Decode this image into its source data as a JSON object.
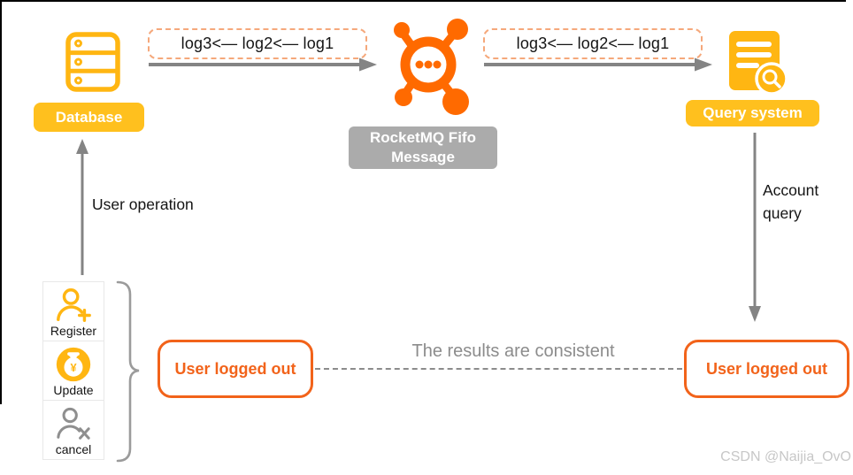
{
  "nodes": {
    "database": {
      "label": "Database"
    },
    "rocketmq": {
      "label_line1": "RocketMQ Fifo",
      "label_line2": "Message"
    },
    "query_system": {
      "label": "Query system"
    }
  },
  "flows": {
    "db_to_mq_label": "log3<— log2<— log1",
    "mq_to_query_label": "log3<— log2<— log1",
    "user_operation": "User operation",
    "account_query": "Account query",
    "consistency": "The results are consistent"
  },
  "operations": [
    {
      "label": "Register",
      "icon": "user-add-icon"
    },
    {
      "label": "Update",
      "icon": "money-bag-icon",
      "symbol": "¥"
    },
    {
      "label": "cancel",
      "icon": "user-cancel-icon"
    }
  ],
  "results": {
    "left": "User logged out",
    "right": "User logged out"
  },
  "watermark": "CSDN @Naijia_OvO",
  "colors": {
    "icon_amber": "#FFB612",
    "badge_amber": "#FFC01E",
    "rocketmq_orange": "#FF6A00",
    "result_orange": "#F2631A",
    "dashed_border_orange": "#F5A87B",
    "arrow_gray": "#848484",
    "gray_label_bg": "#ABABAB"
  }
}
